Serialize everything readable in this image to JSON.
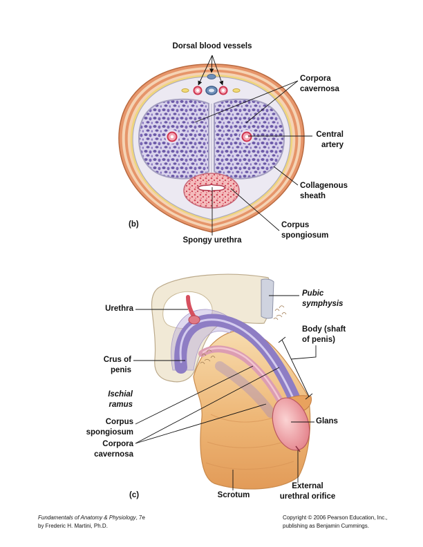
{
  "figure_b": {
    "panel_label": "(b)",
    "labels": {
      "dorsal_blood_vessels": "Dorsal blood vessels",
      "corpora_cavernosa": "Corpora\ncavernosa",
      "central_artery": "Central\nartery",
      "collagenous_sheath": "Collagenous\nsheath",
      "corpus_spongiosum": "Corpus\nspongiosum",
      "spongy_urethra": "Spongy urethra"
    }
  },
  "figure_c": {
    "panel_label": "(c)",
    "labels": {
      "urethra": "Urethra",
      "pubic_symphysis": "Pubic\nsymphysis",
      "body_shaft": "Body (shaft\nof penis)",
      "crus_of_penis": "Crus of\npenis",
      "ischial_ramus": "Ischial\nramus",
      "corpus_spongiosum": "Corpus\nspongiosum",
      "corpora_cavernosa": "Corpora\ncavernosa",
      "glans": "Glans",
      "scrotum": "Scrotum",
      "external_urethral_orifice": "External\nurethral orifice"
    }
  },
  "footer": {
    "book_title": "Fundamentals of Anatomy & Physiology",
    "edition": ", 7e",
    "author": "by Frederic H. Martini, Ph.D.",
    "copyright": "Copyright © 2006 Pearson Education, Inc.,",
    "publisher": "publishing as Benjamin Cummings."
  },
  "colors": {
    "skin_outer": "#e6956a",
    "skin_light": "#f5d3b4",
    "fat_layer": "#efd57e",
    "collagenous_sheath": "#ece9f2",
    "corpora_cavernosa": "#8e7dc4",
    "corpus_spongiosum": "#dc9db2",
    "artery": "#d0344e",
    "vein": "#6f8fb8",
    "bone": "#f1e9d6"
  }
}
